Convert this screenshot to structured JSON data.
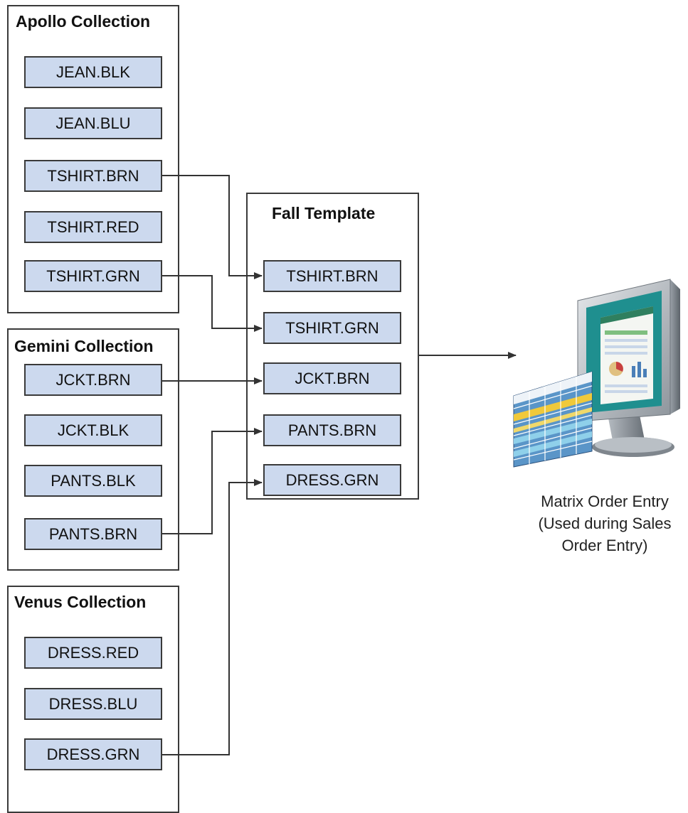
{
  "groups": {
    "apollo": {
      "title": "Apollo Collection",
      "items": [
        "JEAN.BLK",
        "JEAN.BLU",
        "TSHIRT.BRN",
        "TSHIRT.RED",
        "TSHIRT.GRN"
      ]
    },
    "gemini": {
      "title": "Gemini Collection",
      "items": [
        "JCKT.BRN",
        "JCKT.BLK",
        "PANTS.BLK",
        "PANTS.BRN"
      ]
    },
    "venus": {
      "title": "Venus Collection",
      "items": [
        "DRESS.RED",
        "DRESS.BLU",
        "DRESS.GRN"
      ]
    },
    "fall": {
      "title": "Fall Template",
      "items": [
        "TSHIRT.BRN",
        "TSHIRT.GRN",
        "JCKT.BRN",
        "PANTS.BRN",
        "DRESS.GRN"
      ]
    }
  },
  "icon": "computer-monitor-with-spreadsheet-icon",
  "caption": {
    "line1": "Matrix Order Entry",
    "line2": "(Used during Sales",
    "line3": "Order Entry)"
  },
  "colors": {
    "item_fill": "#ccd9ee",
    "border": "#3a3a3a",
    "monitor_screen": "#1f8f8f"
  }
}
